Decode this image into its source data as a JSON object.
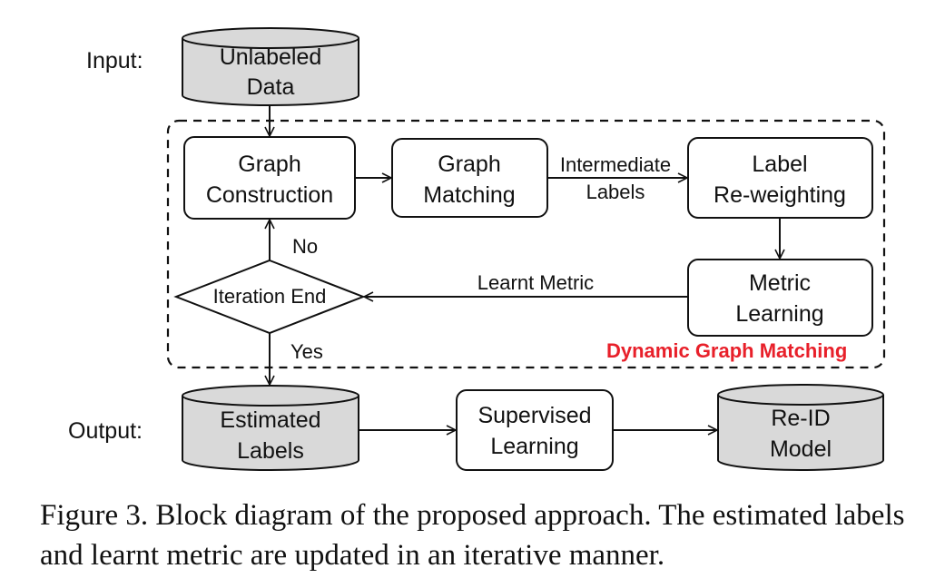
{
  "side_labels": {
    "input": "Input:",
    "output": "Output:"
  },
  "nodes": {
    "unlabeled_data": {
      "line1": "Unlabeled",
      "line2": "Data"
    },
    "graph_construction": {
      "line1": "Graph",
      "line2": "Construction"
    },
    "graph_matching": {
      "line1": "Graph",
      "line2": "Matching"
    },
    "label_reweighting": {
      "line1": "Label",
      "line2": "Re-weighting"
    },
    "metric_learning": {
      "line1": "Metric",
      "line2": "Learning"
    },
    "iteration_end": {
      "label": "Iteration End"
    },
    "estimated_labels": {
      "line1": "Estimated",
      "line2": "Labels"
    },
    "supervised_learning": {
      "line1": "Supervised",
      "line2": "Learning"
    },
    "reid_model": {
      "line1": "Re-ID",
      "line2": "Model"
    }
  },
  "edges": {
    "intermediate_labels": {
      "line1": "Intermediate",
      "line2": "Labels"
    },
    "learnt_metric": "Learnt Metric",
    "no": "No",
    "yes": "Yes"
  },
  "group": {
    "title": "Dynamic Graph Matching",
    "title_color": "#e8202a"
  },
  "colors": {
    "cylinder_fill": "#d9d9d9",
    "stroke": "#111111"
  },
  "caption": "Figure 3. Block diagram of the proposed approach. The estimated labels and learnt metric are updated in an iterative manner."
}
